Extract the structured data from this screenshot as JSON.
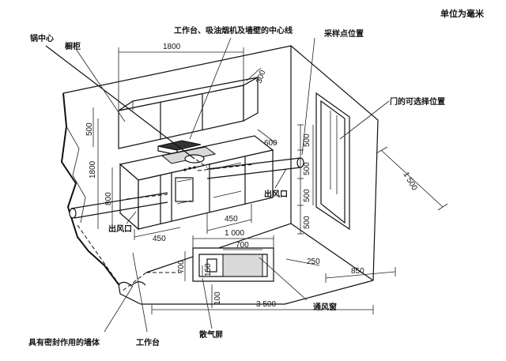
{
  "header": {
    "unit_note": "单位为毫米"
  },
  "labels": {
    "wok_center": "锅中心",
    "cabinet": "橱柜",
    "centerline": "工作台、吸油烟机及墙壁的中心线",
    "sample_point": "采样点位置",
    "door_position": "门的可选择位置",
    "outlet_right": "出风口",
    "outlet_left": "出风口",
    "vent_window": "通风窗",
    "heater": "散气屏",
    "countertop": "工作台",
    "sealed_wall": "具有密封作用的墙体"
  },
  "dimensions": {
    "cabinet_width": "1800",
    "cabinet_depth": "300",
    "cabinet_height": "500",
    "counter_depth": "600",
    "wall_height": "1800",
    "counter_height": "800",
    "counter_right": "450",
    "counter_left": "450",
    "sample_500a": "500",
    "sample_500b": "500",
    "sample_500c": "500",
    "sample_500d": "500",
    "side_1500": "1 500",
    "heater_1000": "1 000",
    "heater_700w": "700",
    "heater_700h": "700",
    "heater_150": "150",
    "heater_100": "100",
    "gap_250": "250",
    "gap_850": "850",
    "floor_3500": "3 500"
  }
}
